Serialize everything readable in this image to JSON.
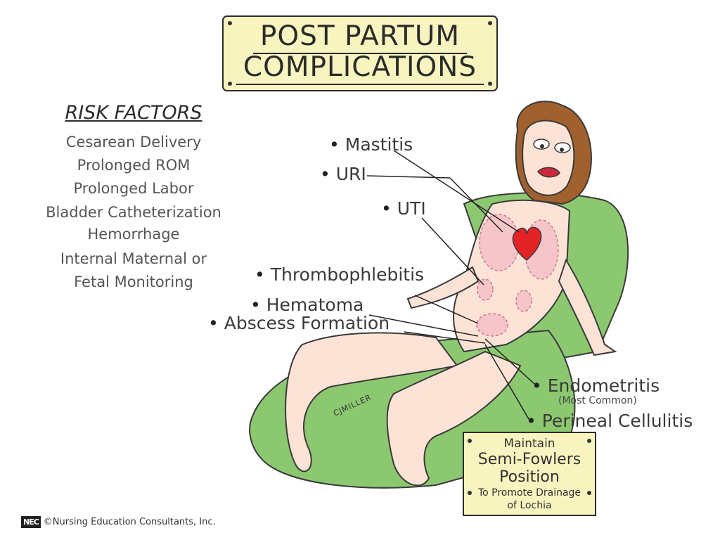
{
  "title": {
    "line1": "POST PARTUM",
    "line2": "COMPLICATIONS"
  },
  "risk_factors": {
    "heading": "RISK FACTORS",
    "items": [
      "Cesarean Delivery",
      "Prolonged ROM",
      "Prolonged Labor",
      "Bladder Catheterization",
      "Hemorrhage",
      "Internal Maternal or",
      "Fetal Monitoring"
    ]
  },
  "complications": [
    "Mastitis",
    "URI",
    "UTI",
    "Thrombophlebitis",
    "Hematoma",
    "Abscess Formation",
    "Endometritis",
    "Perineal Cellulitis"
  ],
  "endometritis_note": "(Most Common)",
  "sign": {
    "line1": "Maintain",
    "line2": "Semi-Fowlers",
    "line3": "Position",
    "line4": "To Promote Drainage",
    "line5": "of Lochia"
  },
  "signature": "CJMILLER",
  "footer": {
    "logo": "NEC",
    "text": "©Nursing Education Consultants, Inc."
  },
  "colors": {
    "chair": "#8cc870",
    "skin": "#fde3d6",
    "hair": "#a0612e",
    "plaque": "#f8f4bf",
    "heart": "#e42424"
  }
}
